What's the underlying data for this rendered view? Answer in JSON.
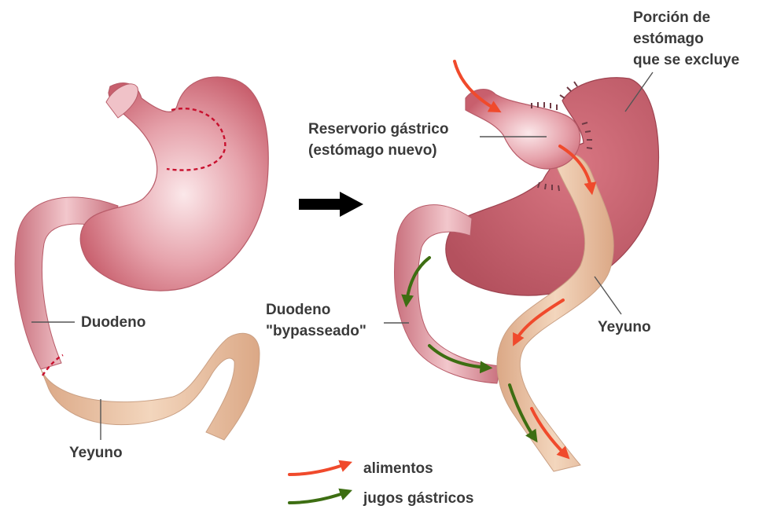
{
  "labels": {
    "left_duodeno": "Duodeno",
    "left_yeyuno": "Yeyuno",
    "excluded_1": "Porción de",
    "excluded_2": "estómago",
    "excluded_3": "que se excluye",
    "reservoir_1": "Reservorio gástrico",
    "reservoir_2": "(estómago nuevo)",
    "bypassed_1": "Duodeno",
    "bypassed_2": "\"bypasseado\"",
    "right_yeyuno": "Yeyuno"
  },
  "legend": {
    "food": "alimentos",
    "juices": "jugos gástricos"
  },
  "colors": {
    "stomach": "#d96f7c",
    "stomach_light": "#f6d6da",
    "stomach_dark": "#b8505d",
    "jejunum": "#e9c3a2",
    "food_arrow": "#f04a2c",
    "juice_arrow": "#3d6e12",
    "cut_line": "#c8102e"
  }
}
